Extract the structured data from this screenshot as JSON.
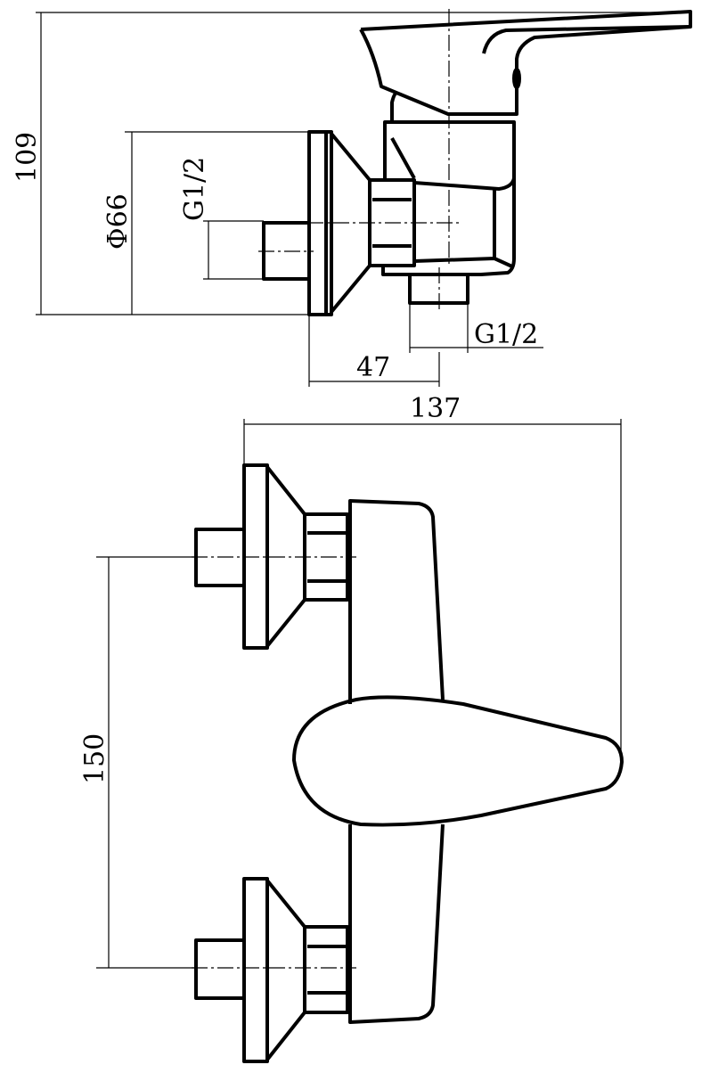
{
  "drawing": {
    "side_view": {
      "height_dim": "109",
      "escutcheon_dim": "Φ66",
      "inlet_thread": "G1/2",
      "outlet_thread": "G1/2",
      "depth_dim": "47"
    },
    "front_view": {
      "width_dim": "137",
      "center_distance_dim": "150"
    }
  }
}
